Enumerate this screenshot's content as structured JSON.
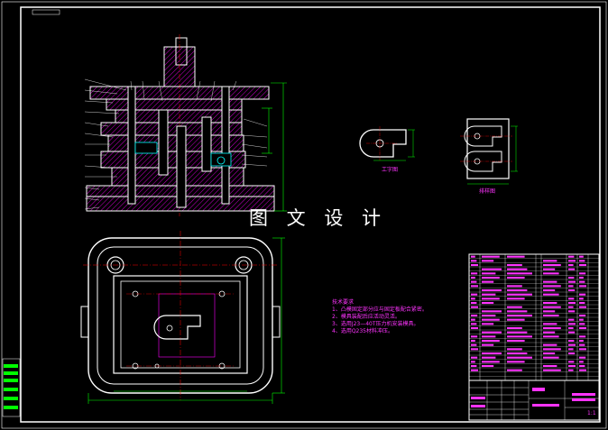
{
  "watermark": "图 文 设 计",
  "views": {
    "workpiece_label": "工字图",
    "layout_label": "排样图"
  },
  "tech_requirements": {
    "title": "技术要求",
    "items": [
      "1、凸模固定部分应与固定板配合紧密。",
      "2、模具装配后应活动灵活。",
      "3、选用J23—40T压力机安装模具。",
      "4、选用Q235材料冲压。"
    ]
  },
  "title_block": {
    "scale": "1:1"
  },
  "colors": {
    "border": "#ffffff",
    "outline": "#ffffff",
    "dimension": "#00ff00",
    "hatch": "#ff00ff",
    "centerline": "#ff0000",
    "hidden": "#00ffff",
    "magenta_text": "#ff33ff"
  }
}
